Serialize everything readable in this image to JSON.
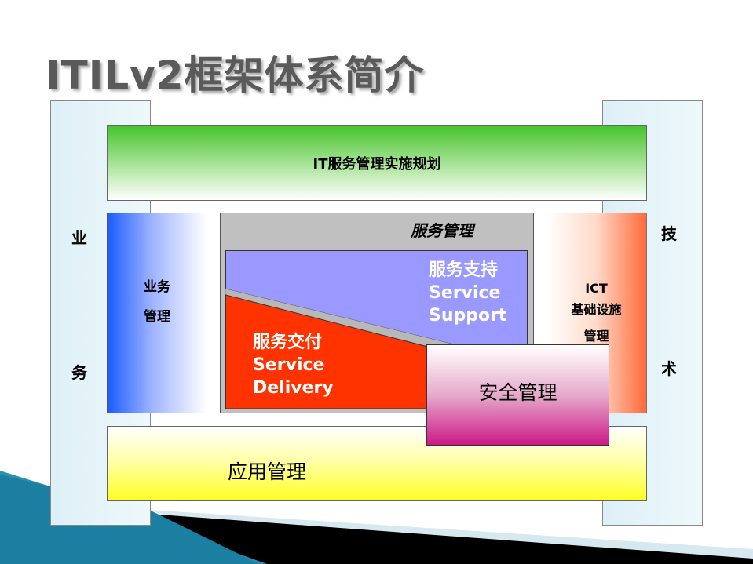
{
  "title": "ITILv2框架体系简介",
  "left_pillar": {
    "chars": [
      "业",
      "务"
    ]
  },
  "right_pillar": {
    "chars": [
      "技",
      "术"
    ]
  },
  "planning": "IT服务管理实施规划",
  "business_mgmt": {
    "line1": "业务",
    "line2": "管理"
  },
  "service_mgmt": {
    "title": "服务管理",
    "support": {
      "cn": "服务支持",
      "en1": "Service",
      "en2": "Support"
    },
    "delivery": {
      "cn": "服务交付",
      "en1": "Service",
      "en2": "Delivery"
    }
  },
  "ict": {
    "line1": "ICT",
    "line2": "基础设施",
    "line3": "管理"
  },
  "security": "安全管理",
  "application": "应用管理",
  "colors": {
    "support": "#9999ff",
    "delivery": "#ff3300",
    "service_bg": "#c0c0c0"
  }
}
